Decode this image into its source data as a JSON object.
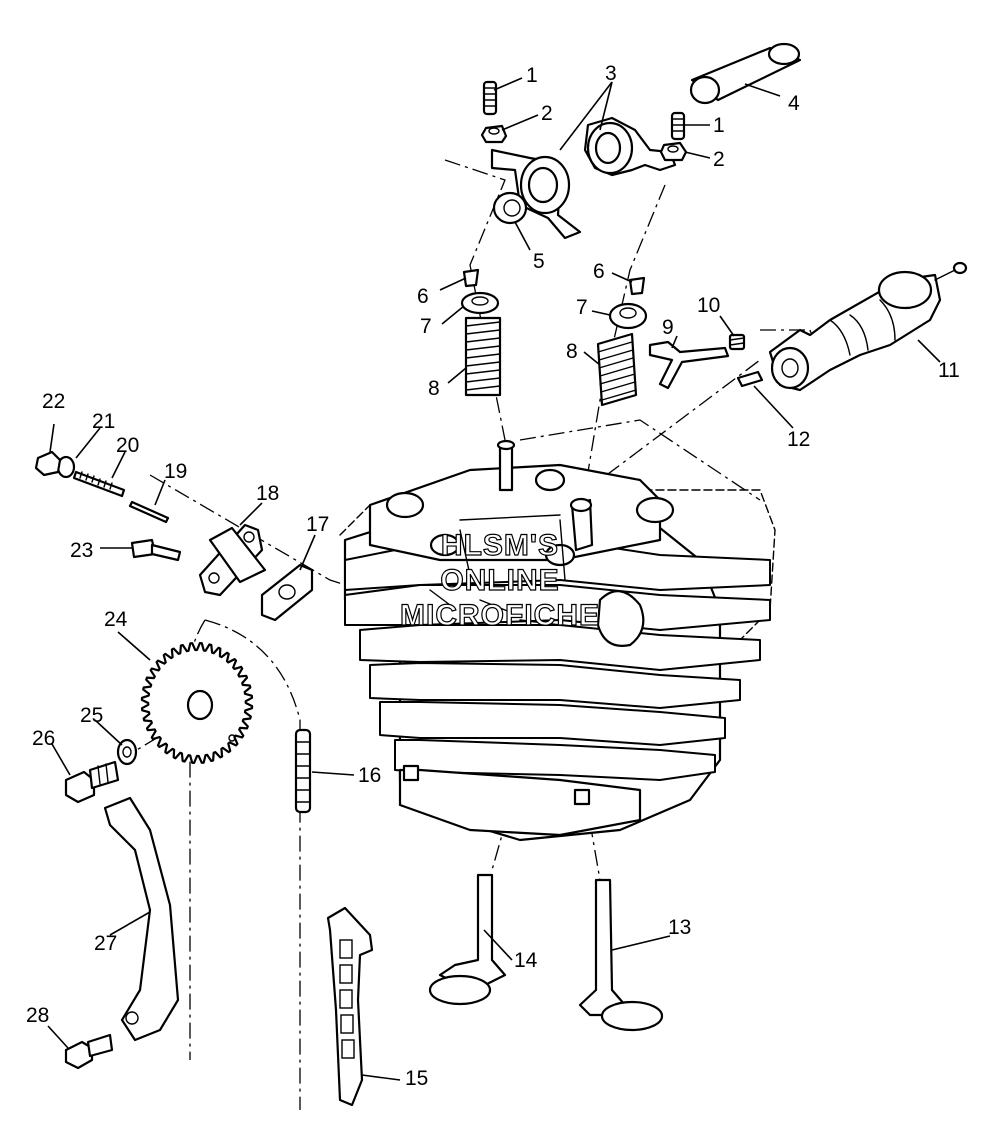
{
  "watermark": {
    "line1": "HLSM'S",
    "line2": "ONLINE",
    "line3": "MICROFICHE"
  },
  "callouts": [
    "1",
    "2",
    "3",
    "4",
    "5",
    "6",
    "7",
    "8",
    "9",
    "10",
    "11",
    "12",
    "13",
    "14",
    "15",
    "16",
    "17",
    "18",
    "19",
    "20",
    "21",
    "22",
    "23",
    "24",
    "25",
    "26",
    "27",
    "28"
  ],
  "colors": {
    "line": "#000000",
    "background": "#ffffff"
  }
}
